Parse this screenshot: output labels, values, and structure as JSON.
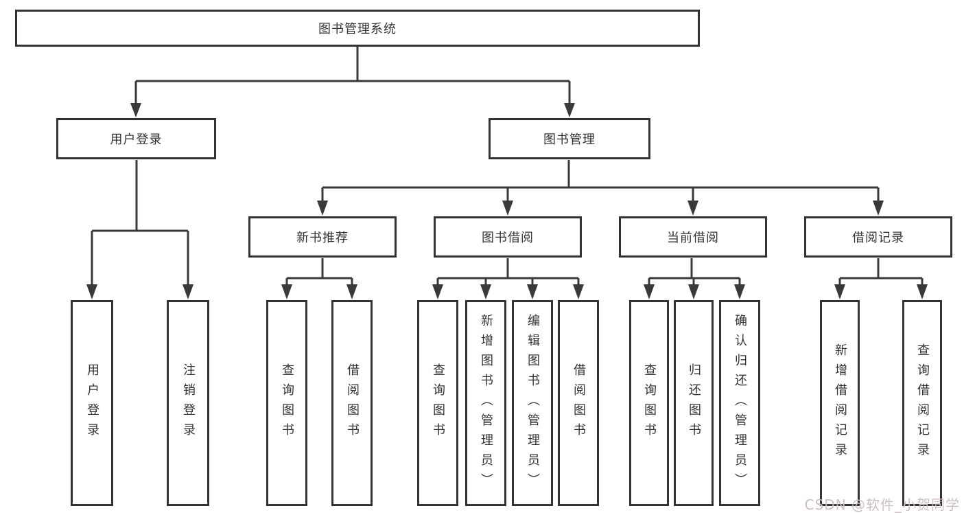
{
  "watermark": "CSDN @软件_小贺同学",
  "colors": {
    "line": "#3a3a3a",
    "box_border": "#333333",
    "text": "#333333",
    "background": "#ffffff",
    "watermark": "#cdbfbf"
  },
  "tree": {
    "root": {
      "label": "图书管理系统",
      "children": [
        {
          "label": "用户登录",
          "children": [
            {
              "label": "用户登录"
            },
            {
              "label": "注销登录"
            }
          ]
        },
        {
          "label": "图书管理",
          "children": [
            {
              "label": "新书推荐",
              "children": [
                {
                  "label": "查询图书"
                },
                {
                  "label": "借阅图书"
                }
              ]
            },
            {
              "label": "图书借阅",
              "children": [
                {
                  "label": "查询图书"
                },
                {
                  "label": "新增图书（管理员）"
                },
                {
                  "label": "编辑图书（管理员）"
                },
                {
                  "label": "借阅图书"
                }
              ]
            },
            {
              "label": "当前借阅",
              "children": [
                {
                  "label": "查询图书"
                },
                {
                  "label": "归还图书"
                },
                {
                  "label": "确认归还（管理员）"
                }
              ]
            },
            {
              "label": "借阅记录",
              "children": [
                {
                  "label": "新增借阅记录"
                },
                {
                  "label": "查询借阅记录"
                }
              ]
            }
          ]
        }
      ]
    }
  }
}
